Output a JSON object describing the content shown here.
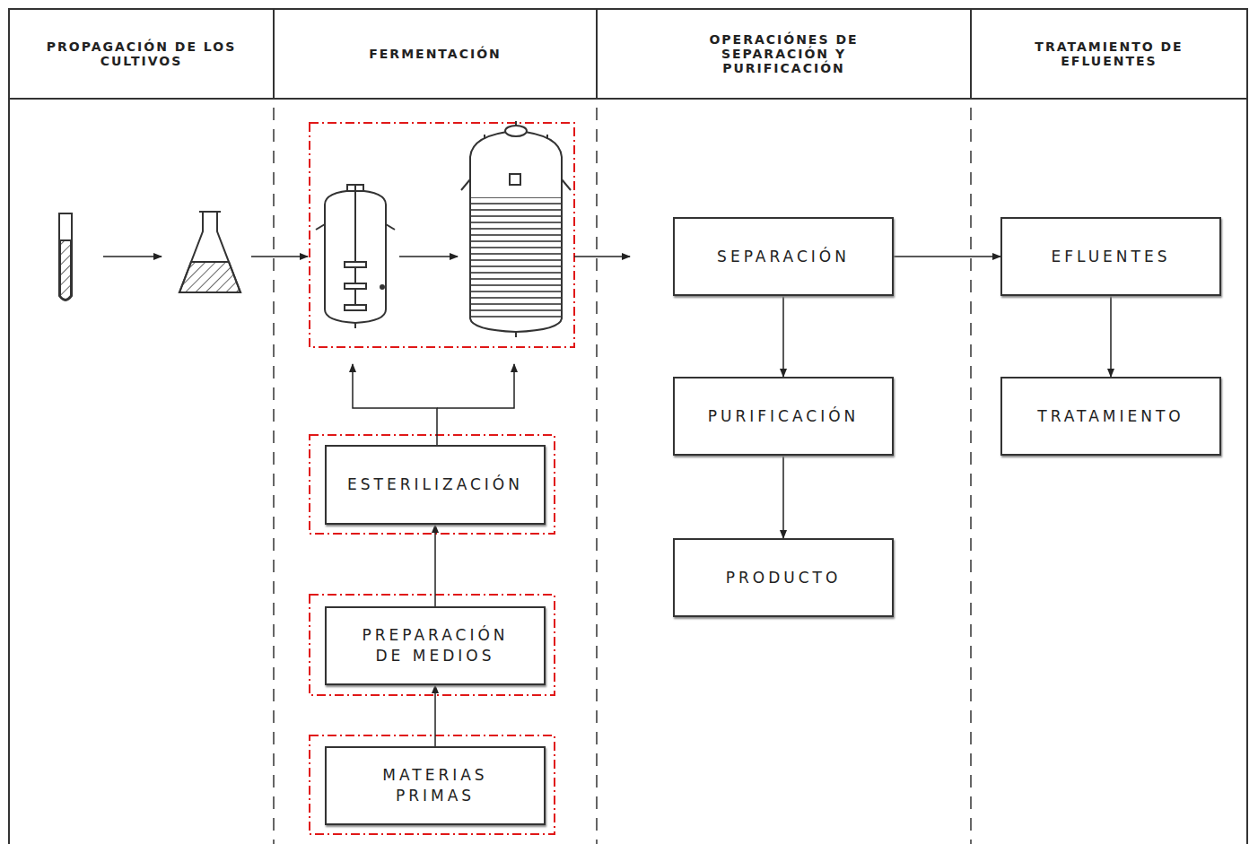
{
  "diagram": {
    "nodes": [
      {
        "text": [
          "PROPAGACIÓN DE LOS CULTIVOS"
        ]
      },
      {
        "text": [
          "FERMENTACIÓN"
        ]
      },
      {
        "text": [
          "OPERACIÓNES DE SEPARACIÓN Y PURIFICACIÓN"
        ]
      },
      {
        "text": [
          "TRATAMIENTO DE EFLUENTES"
        ]
      },
      {
        "text": [
          "ESTERILIZACIÓN"
        ]
      },
      {
        "text": [
          "PREPARACIÓN DE MEDIOS"
        ]
      },
      {
        "text": [
          "MATERIAS PRIMAS"
        ]
      },
      {
        "text": [
          "SEPARACIÓN"
        ]
      },
      {
        "text": [
          "PURIFICACIÓN"
        ]
      },
      {
        "text": [
          "PRODUCTO"
        ]
      },
      {
        "text": [
          "EFLUENTES"
        ]
      },
      {
        "text": [
          "TRATAMIENTO"
        ]
      }
    ],
    "edges": [
      {
        "from": 6,
        "to": 5,
        "arrow": "to"
      },
      {
        "from": 5,
        "to": 4,
        "arrow": "to"
      },
      {
        "from": 7,
        "to": 8,
        "arrow": "to"
      },
      {
        "from": 8,
        "to": 9,
        "arrow": "to"
      },
      {
        "from": 7,
        "to": 10,
        "arrow": "to"
      },
      {
        "from": 10,
        "to": 11,
        "arrow": "to"
      }
    ]
  }
}
